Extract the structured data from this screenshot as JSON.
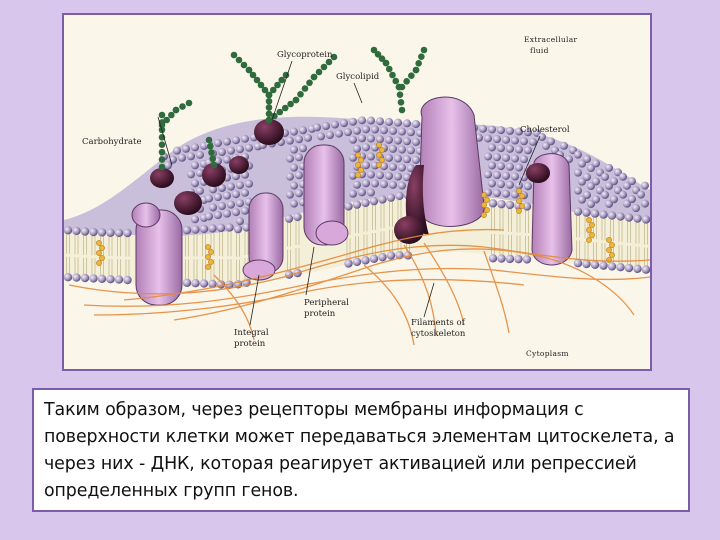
{
  "diagram": {
    "labels": {
      "extracellular_line1": "Extracellular",
      "extracellular_line2": "fluid",
      "glycoprotein": "Glycoprotein",
      "glycolipid": "Glycolipid",
      "carbohydrate": "Carbohydrate",
      "cholesterol": "Cholesterol",
      "integral_line1": "Integral",
      "integral_line2": "protein",
      "peripheral_line1": "Peripheral",
      "peripheral_line2": "protein",
      "filaments_line1": "Filaments of",
      "filaments_line2": "cytoskeleton",
      "cytoplasm": "Cytoplasm"
    }
  },
  "caption": {
    "text": "Таким образом, через рецепторы мембраны информация с поверхности клетки может передаваться элементам цитоскелета, а через них - ДНК, которая реагирует активацией или репрессией определенных групп генов."
  }
}
